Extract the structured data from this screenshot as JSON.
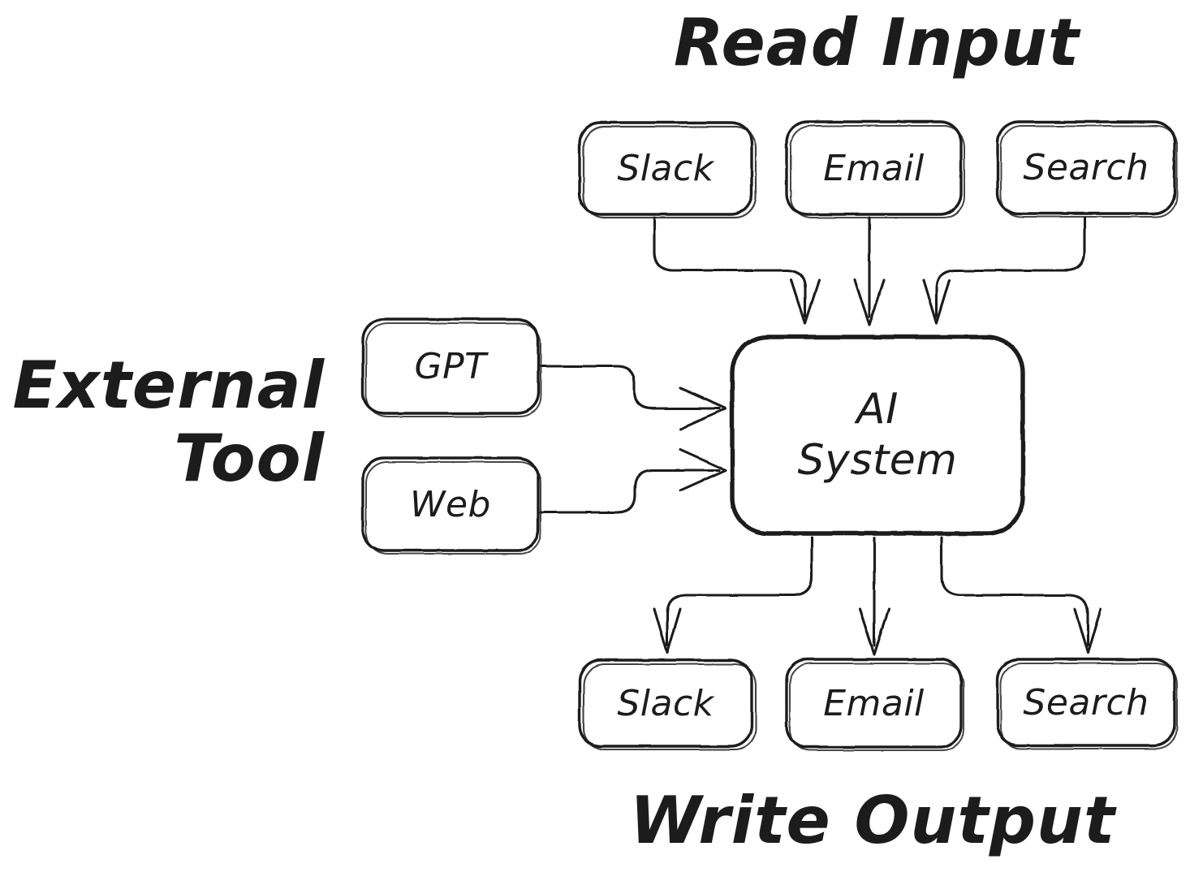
{
  "diagram": {
    "title": "AI System input/output flow",
    "stroke_color": "#1c1c1c",
    "background_color": "#ffffff",
    "style": "hand-drawn sketch"
  },
  "sections": {
    "read_input": {
      "label": "Read Input",
      "position": "top"
    },
    "external_tool": {
      "label_line1": "External",
      "label_line2": "Tool",
      "position": "left"
    },
    "write_output": {
      "label": "Write Output",
      "position": "bottom"
    }
  },
  "center": {
    "label_line1": "AI",
    "label_line2": "System"
  },
  "inputs": [
    {
      "label": "Slack"
    },
    {
      "label": "Email"
    },
    {
      "label": "Search"
    }
  ],
  "tools": [
    {
      "label": "GPT"
    },
    {
      "label": "Web"
    }
  ],
  "outputs": [
    {
      "label": "Slack"
    },
    {
      "label": "Email"
    },
    {
      "label": "Search"
    }
  ],
  "edges": [
    {
      "from": "Slack",
      "to": "AI System",
      "direction": "down"
    },
    {
      "from": "Email",
      "to": "AI System",
      "direction": "down"
    },
    {
      "from": "Search",
      "to": "AI System",
      "direction": "down"
    },
    {
      "from": "GPT",
      "to": "AI System",
      "direction": "right"
    },
    {
      "from": "Web",
      "to": "AI System",
      "direction": "right"
    },
    {
      "from": "AI System",
      "to": "Slack",
      "direction": "down"
    },
    {
      "from": "AI System",
      "to": "Email",
      "direction": "down"
    },
    {
      "from": "AI System",
      "to": "Search",
      "direction": "down"
    }
  ]
}
